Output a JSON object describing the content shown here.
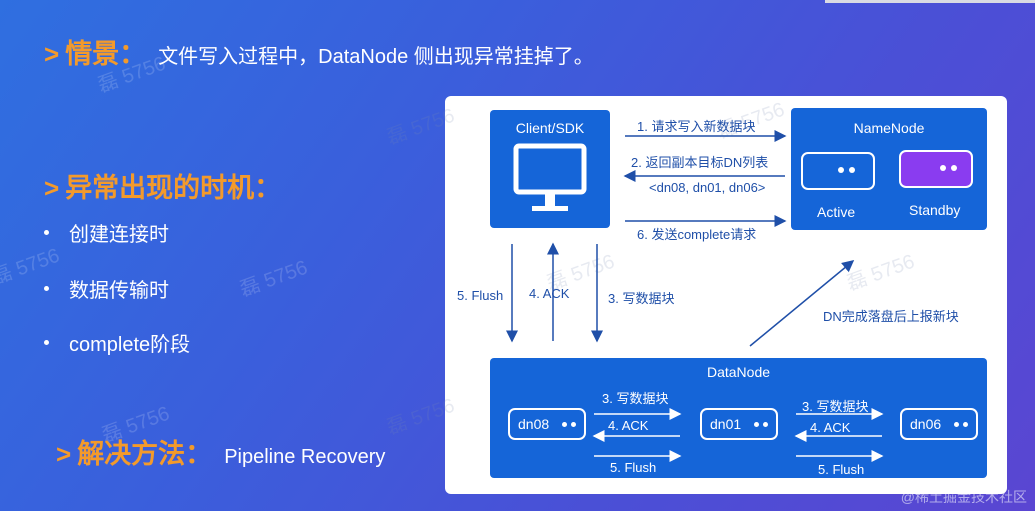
{
  "scenario": {
    "label": "情景：",
    "text": "文件写入过程中，DataNode 侧出现异常挂掉了。"
  },
  "timing": {
    "heading": "异常出现的时机：",
    "items": [
      "创建连接时",
      "数据传输时",
      "complete阶段"
    ]
  },
  "solution": {
    "label": "解决方法：",
    "text": "Pipeline Recovery"
  },
  "diagram": {
    "client_title": "Client/SDK",
    "namenode_title": "NameNode",
    "active_label": "Active",
    "standby_label": "Standby",
    "datanode_title": "DataNode",
    "msg1": "1. 请求写入新数据块",
    "msg2": "2. 返回副本目标DN列表",
    "msg2b": "<dn08, dn01, dn06>",
    "msg6": "6. 发送complete请求",
    "flush": "5. Flush",
    "ack": "4. ACK",
    "write": "3. 写数据块",
    "report": "DN完成落盘后上报新块",
    "dn08": "dn08",
    "dn01": "dn01",
    "dn06": "dn06"
  },
  "watermark": "磊 5756",
  "credit": "@稀土掘金技术社区",
  "colors": {
    "accent": "#f39a2b",
    "box_blue": "#1565d8",
    "standby_purple": "#8a3cf0",
    "label_blue": "#1f4fa8"
  }
}
